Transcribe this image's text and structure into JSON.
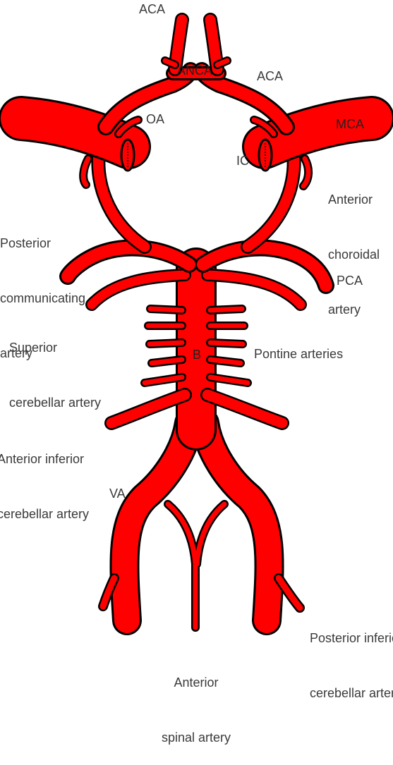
{
  "labels": {
    "aca_top": "ACA",
    "anca": "ANCA",
    "aca_right": "ACA",
    "oa": "OA",
    "mca": "MCA",
    "ic": "IC",
    "anterior_choroidal": [
      "Anterior",
      "choroidal",
      "artery"
    ],
    "posterior_communicating": [
      "Posterior",
      "communicating",
      "artery"
    ],
    "pca": "PCA",
    "superior_cerebellar": [
      "Superior",
      "cerebellar artery"
    ],
    "basilar": "B",
    "pontine": "Pontine arteries",
    "anterior_inferior_cerebellar": [
      "Anterior inferior",
      "cerebellar artery"
    ],
    "va": "VA",
    "posterior_inferior_cerebellar": [
      "Posterior inferior",
      "cerebellar artery"
    ],
    "anterior_spinal": [
      "Anterior",
      "spinal artery"
    ]
  },
  "colors": {
    "artery": "#ff0000",
    "outline": "#000000",
    "text": "#3a3a3a"
  }
}
